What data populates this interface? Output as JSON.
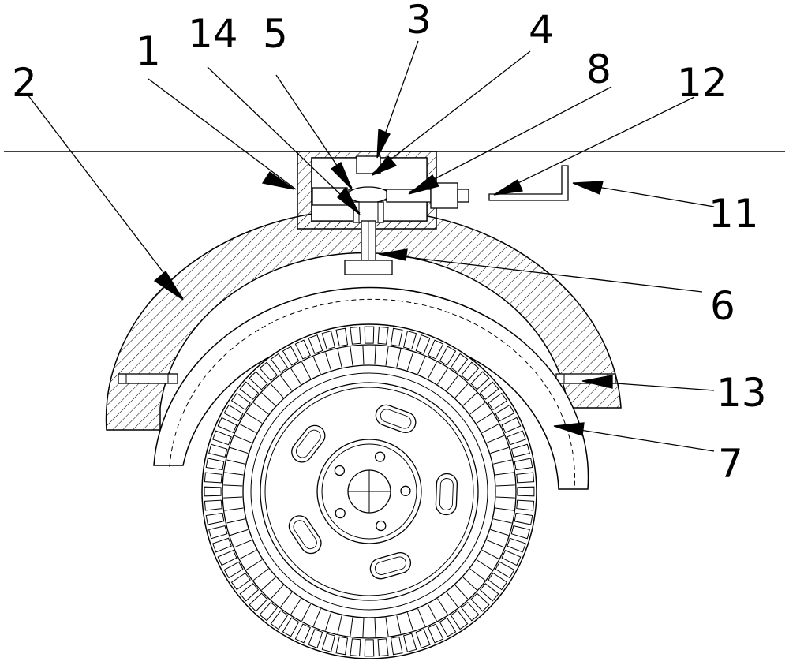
{
  "figure": {
    "type": "patent-style mechanical line drawing",
    "subject": "wheel with fender and top-mounted adjusting mechanism",
    "line_color": "#000000",
    "background": "#ffffff"
  },
  "callouts": [
    {
      "id": "c1",
      "label": "1"
    },
    {
      "id": "c2",
      "label": "2"
    },
    {
      "id": "c3",
      "label": "3"
    },
    {
      "id": "c4",
      "label": "4"
    },
    {
      "id": "c5",
      "label": "5"
    },
    {
      "id": "c6",
      "label": "6"
    },
    {
      "id": "c7",
      "label": "7"
    },
    {
      "id": "c8",
      "label": "8"
    },
    {
      "id": "c11",
      "label": "11"
    },
    {
      "id": "c12",
      "label": "12"
    },
    {
      "id": "c13",
      "label": "13"
    },
    {
      "id": "c14",
      "label": "14"
    }
  ],
  "wheel": {
    "tread_blocks": 72,
    "lug_bolts": 5,
    "slots": 5
  }
}
